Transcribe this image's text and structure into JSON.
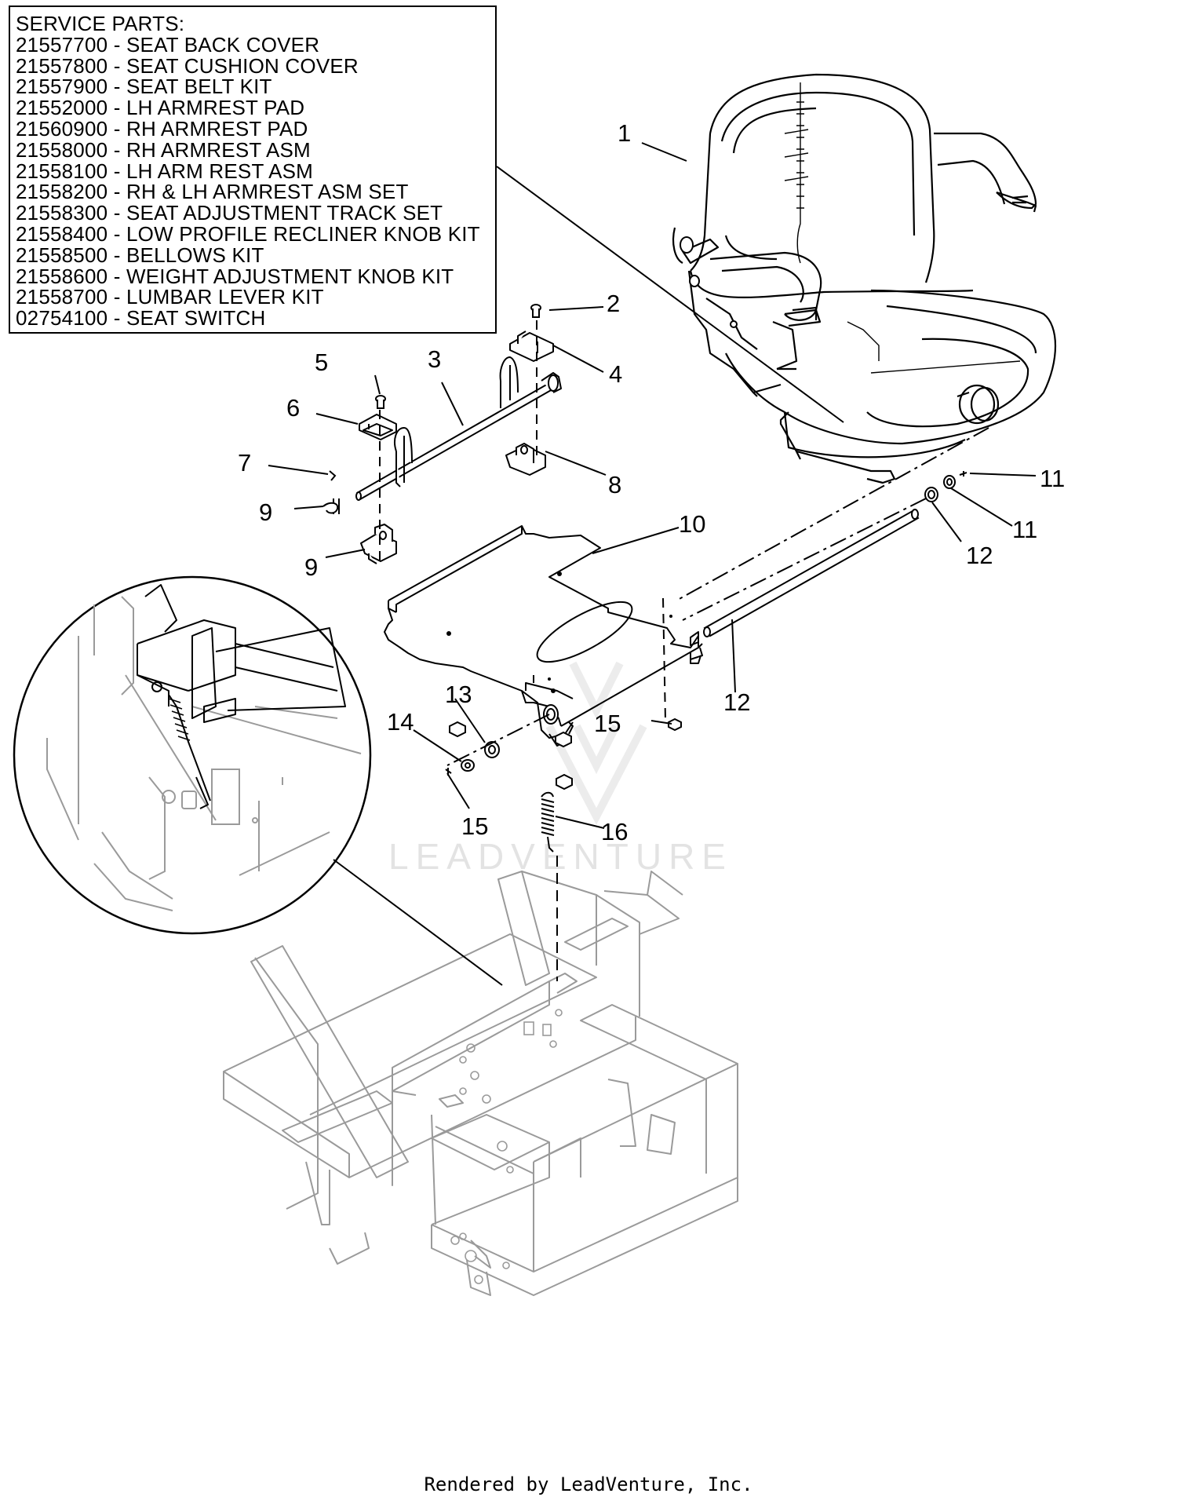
{
  "service_parts": {
    "title": "SERVICE PARTS:",
    "items": [
      "21557700 - SEAT BACK COVER",
      "21557800 - SEAT CUSHION COVER",
      "21557900 - SEAT BELT KIT",
      "21552000 - LH ARMREST PAD",
      "21560900 - RH ARMREST PAD",
      "21558000 - RH ARMREST ASM",
      "21558100 - LH ARM REST ASM",
      "21558200 - RH & LH ARMREST ASM SET",
      "21558300 - SEAT ADJUSTMENT TRACK SET",
      "21558400 - LOW PROFILE RECLINER KNOB KIT",
      "21558500 - BELLOWS KIT",
      "21558600 - WEIGHT ADJUSTMENT KNOB KIT",
      "21558700 - LUMBAR LEVER KIT",
      "02754100 - SEAT SWITCH"
    ]
  },
  "callouts": [
    "1",
    "2",
    "3",
    "4",
    "5",
    "6",
    "7",
    "8",
    "9",
    "9",
    "10",
    "11",
    "11",
    "12",
    "12",
    "13",
    "14",
    "15",
    "15",
    "16"
  ],
  "watermark": "LEADVENTURE",
  "footer": "Rendered by LeadVenture, Inc.",
  "colors": {
    "line": "#000000",
    "ghost_line": "#9a9a9a",
    "watermark": "#e3e3e3"
  }
}
